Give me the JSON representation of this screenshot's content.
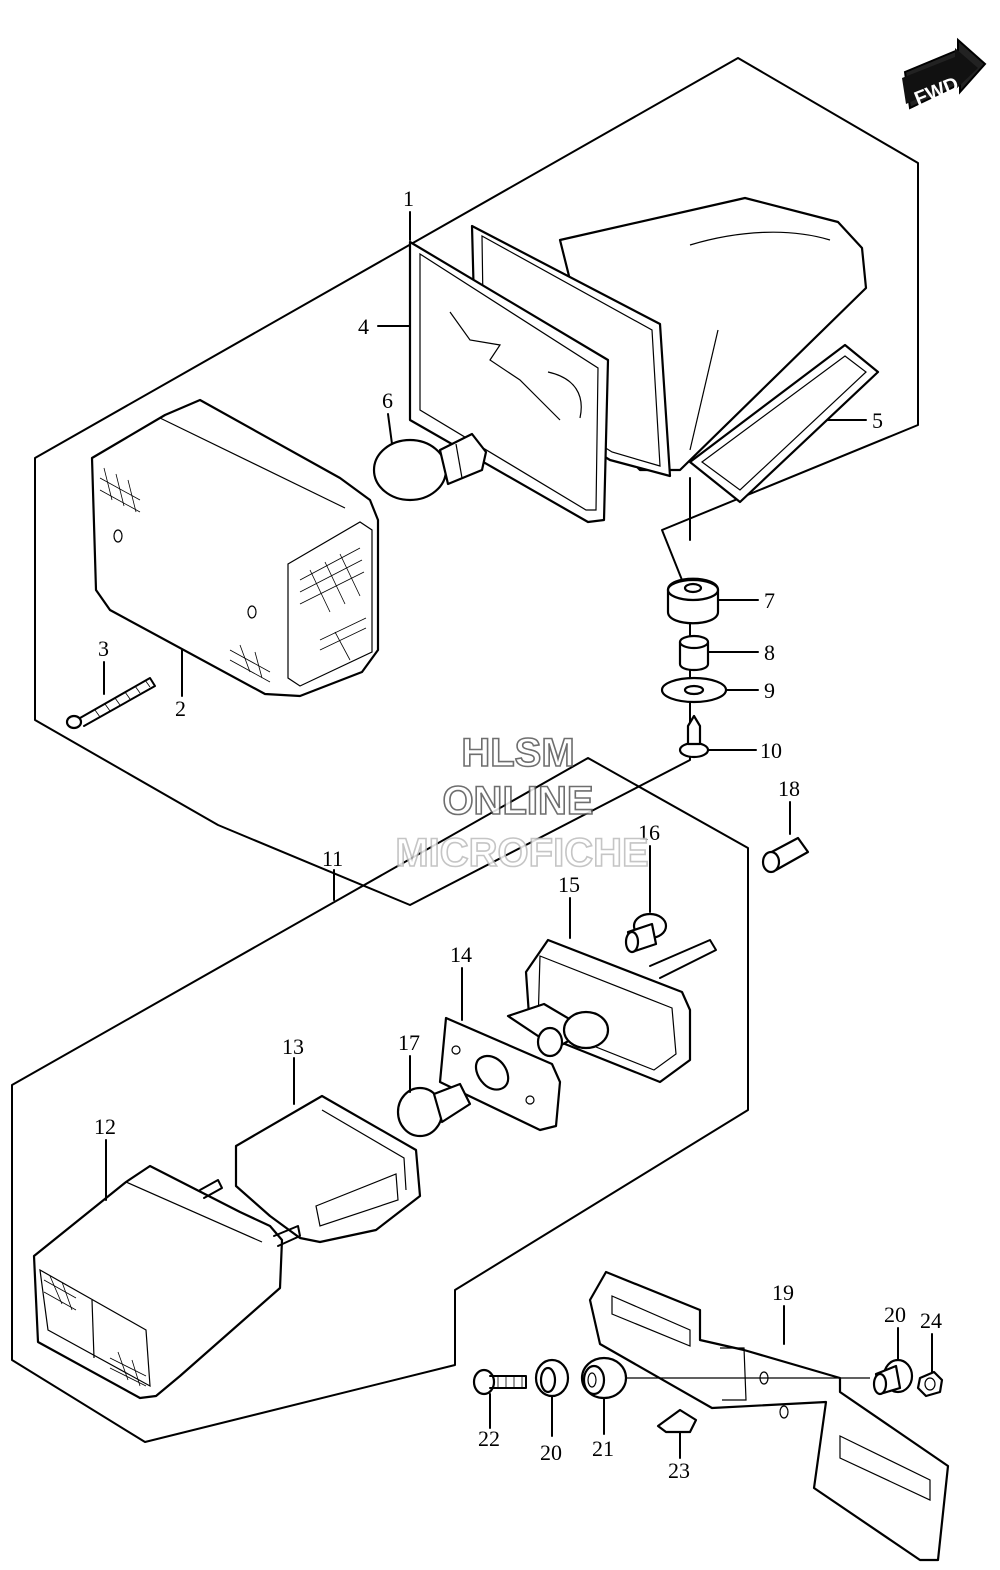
{
  "badge": {
    "text": "FWD"
  },
  "watermark": {
    "line1": "HLSM",
    "line2": "ONLINE",
    "line3": "MICROFICHE"
  },
  "callouts": {
    "c1": "1",
    "c2": "2",
    "c3": "3",
    "c4": "4",
    "c5": "5",
    "c6": "6",
    "c7": "7",
    "c8": "8",
    "c9": "9",
    "c10": "10",
    "c11": "11",
    "c12": "12",
    "c13": "13",
    "c14": "14",
    "c15": "15",
    "c16": "16",
    "c17": "17",
    "c18": "18",
    "c19": "19",
    "c20a": "20",
    "c20b": "20",
    "c21": "21",
    "c22": "22",
    "c23": "23",
    "c24": "24"
  }
}
